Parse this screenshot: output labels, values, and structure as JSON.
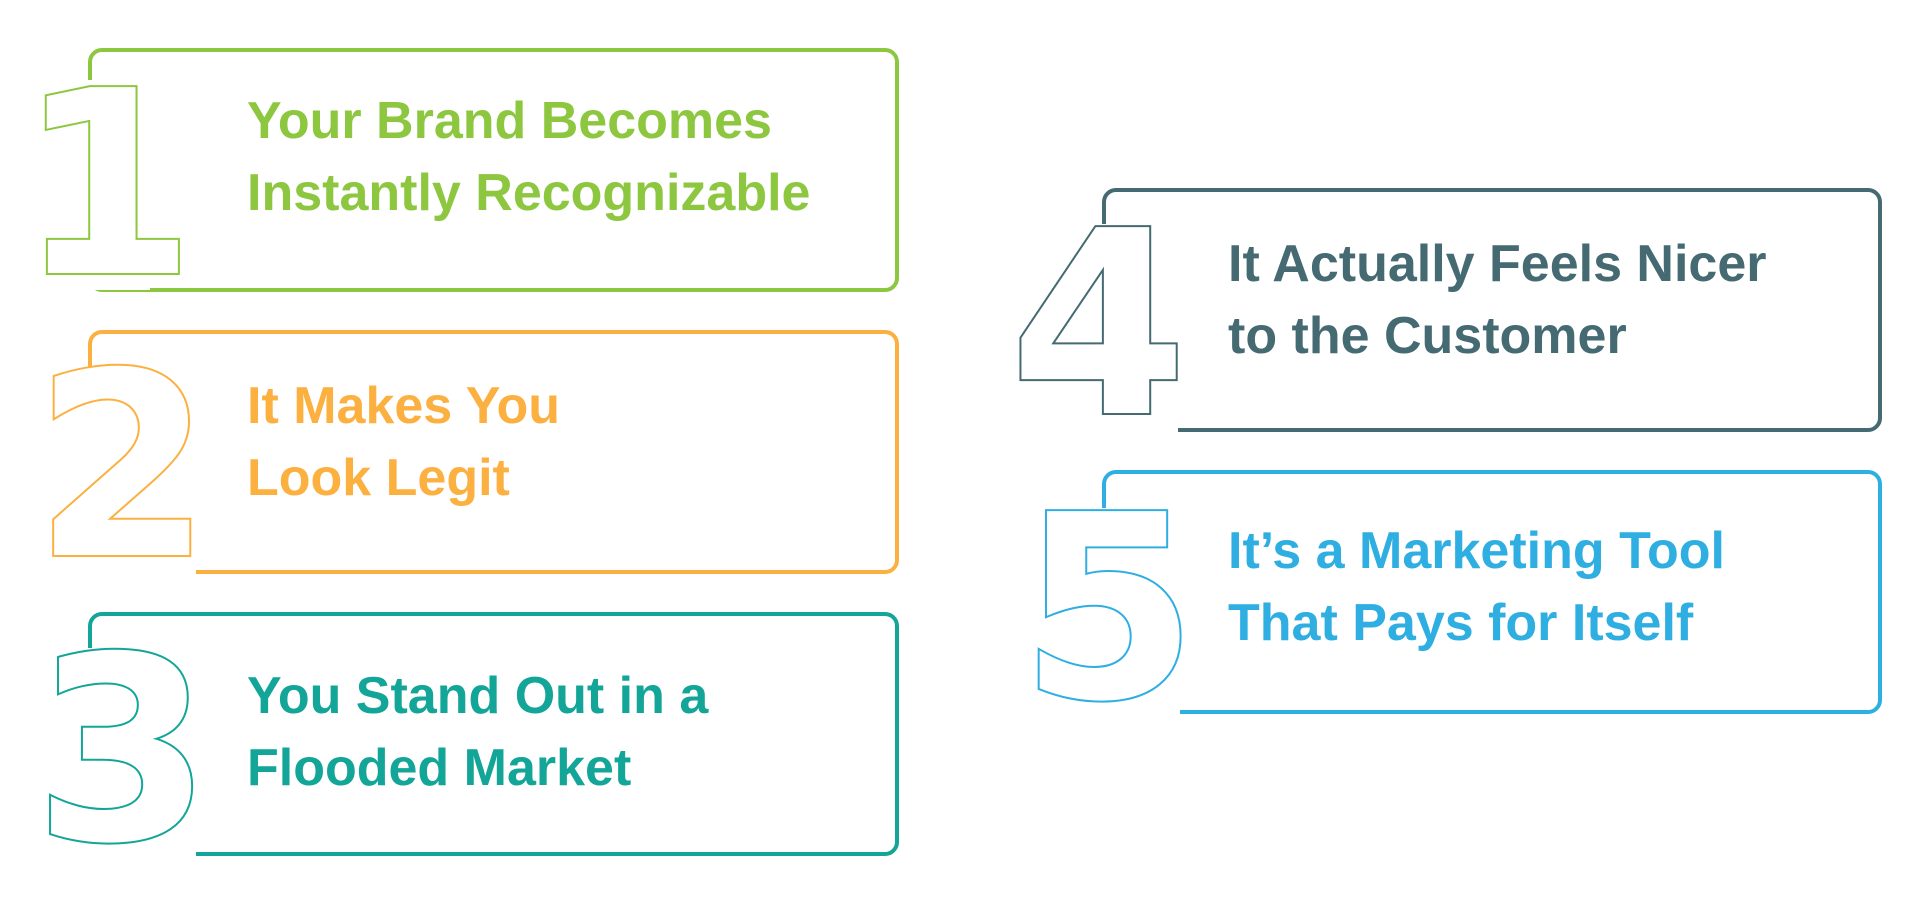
{
  "items": [
    {
      "number": "1",
      "line1": "Your Brand Becomes",
      "line2": "Instantly Recognizable",
      "color": "#8dc63f"
    },
    {
      "number": "2",
      "line1": "It Makes You",
      "line2": "Look Legit",
      "color": "#fbb040"
    },
    {
      "number": "3",
      "line1": "You Stand Out in a",
      "line2": "Flooded Market",
      "color": "#12a598"
    },
    {
      "number": "4",
      "line1": "It Actually Feels Nicer",
      "line2": "to the Customer",
      "color": "#456a72"
    },
    {
      "number": "5",
      "line1": "It’s a Marketing Tool",
      "line2": "That Pays for Itself",
      "color": "#2faee2"
    }
  ]
}
